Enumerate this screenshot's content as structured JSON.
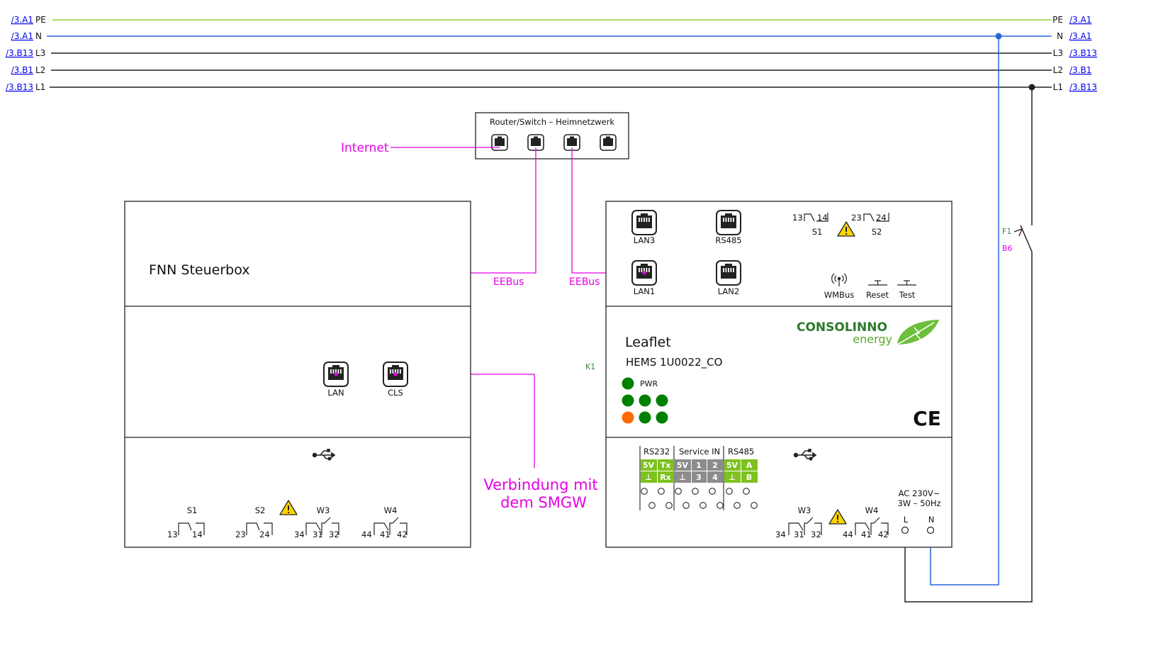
{
  "bus_lines": [
    {
      "ref": "/3.A1",
      "label": "PE",
      "color": "#9acd32",
      "ref_right": "/3.A1"
    },
    {
      "ref": "/3.A1",
      "label": "N",
      "color": "#2a63d6",
      "ref_right": "/3.A1"
    },
    {
      "ref": "/3.B13",
      "label": "L3",
      "color": "#222222",
      "ref_right": "/3.B13"
    },
    {
      "ref": "/3.B1",
      "label": "L2",
      "color": "#222222",
      "ref_right": "/3.B1"
    },
    {
      "ref": "/3.B13",
      "label": "L1",
      "color": "#222222",
      "ref_right": "/3.B13"
    }
  ],
  "router": {
    "title": "Router/Switch – Heimnetzwerk"
  },
  "labels": {
    "internet": "Internet",
    "eebus_left": "EEBus",
    "eebus_right": "EEBus",
    "smgw_line1": "Verbindung mit",
    "smgw_line2": "dem SMGW"
  },
  "fnn": {
    "title": "FNN Steuerbox",
    "lan": "LAN",
    "cls": "CLS",
    "s1": "S1",
    "s1_a": "13",
    "s1_b": "14",
    "s2": "S2",
    "s2_a": "23",
    "s2_b": "24",
    "w3": "W3",
    "w3_a": "34",
    "w3_b": "31",
    "w3_c": "32",
    "w4": "W4",
    "w4_a": "44",
    "w4_b": "41",
    "w4_c": "42"
  },
  "leaflet": {
    "lan3": "LAN3",
    "rs485": "RS485",
    "lan1": "LAN1",
    "lan2": "LAN2",
    "s1_a": "13",
    "s1_b": "14",
    "s1": "S1",
    "s2_a": "23",
    "s2_b": "24",
    "s2": "S2",
    "wmbus": "WMBus",
    "reset": "Reset",
    "test": "Test",
    "brand": "CONSOLINNO",
    "brand_sub": "energy",
    "name": "Leaflet",
    "model": "HEMS 1U0022_CO",
    "pwr": "PWR",
    "ce": "CE",
    "k1": "K1",
    "rs232": "RS232",
    "service_in": "Service IN",
    "rs485_bottom": "RS485",
    "pins_row1": [
      "5V",
      "Tx",
      "5V",
      "1",
      "2",
      "5V",
      "A"
    ],
    "pins_row2": [
      "⊥",
      "Rx",
      "⊥",
      "3",
      "4",
      "⊥",
      "B"
    ],
    "ac_line1": "AC 230V~",
    "ac_line2": "3W – 50Hz",
    "l": "L",
    "n": "N",
    "w3": "W3",
    "w3_a": "34",
    "w3_b": "31",
    "w3_c": "32",
    "w4": "W4",
    "w4_a": "44",
    "w4_b": "41",
    "w4_c": "42"
  },
  "fuse": {
    "f1": "F1",
    "b6": "B6"
  },
  "colors": {
    "accent_magenta": "#e600e6",
    "led_green": "#008000",
    "led_orange": "#ff6a00",
    "pin_green": "#7dc21e",
    "pin_gray": "#8c8c8c"
  }
}
